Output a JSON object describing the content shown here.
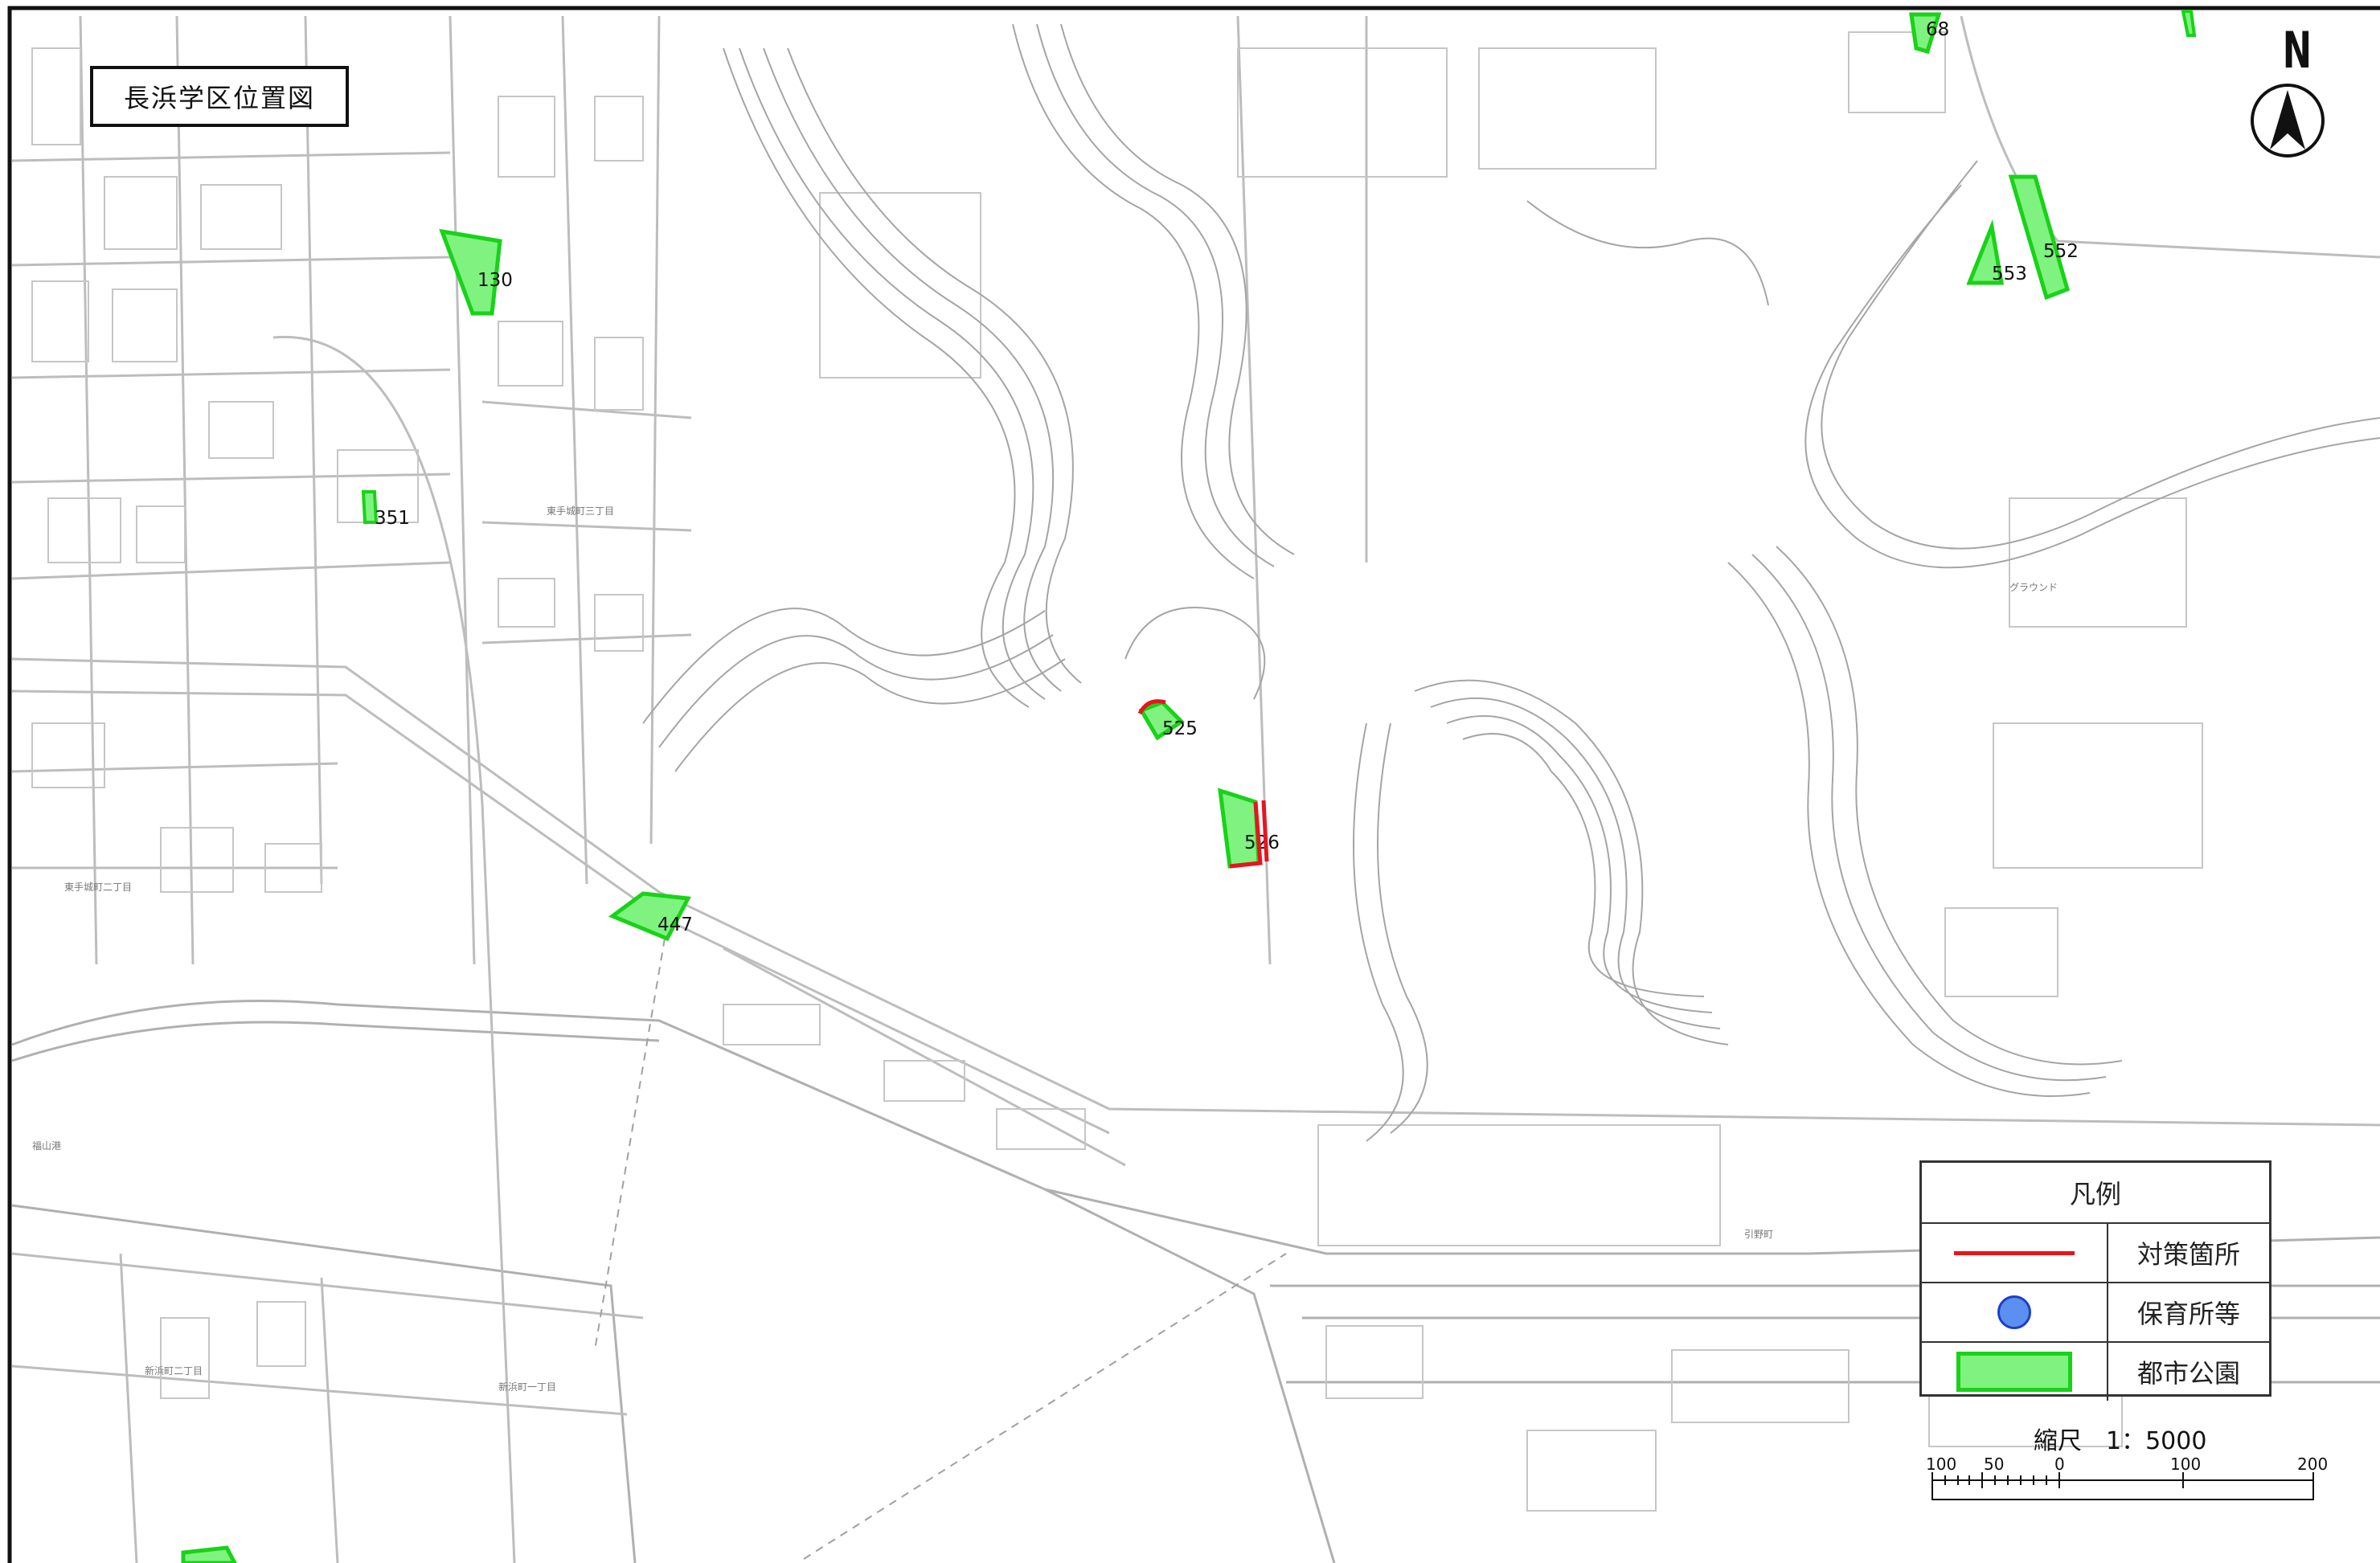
{
  "map_title": "長浜学区位置図",
  "north_label": "N",
  "legend": {
    "title": "凡例",
    "items": [
      {
        "symbol": "red-line",
        "label": "対策箇所",
        "color": "#e8141e"
      },
      {
        "symbol": "blue-circle",
        "label": "保育所等",
        "color": "#5b8ff0"
      },
      {
        "symbol": "green-area",
        "label": "都市公園",
        "color": "#7ff27f"
      }
    ]
  },
  "scale": {
    "label": "縮尺　1：5000",
    "ticks": [
      "100",
      "50",
      "0",
      "100",
      "200"
    ]
  },
  "parks": [
    {
      "id": "130"
    },
    {
      "id": "351"
    },
    {
      "id": "447"
    },
    {
      "id": "525"
    },
    {
      "id": "526"
    },
    {
      "id": "552"
    },
    {
      "id": "553"
    },
    {
      "id": "68"
    }
  ],
  "place_names": [
    "福山港",
    "引野町",
    "グラウンド",
    "東手城町三丁目",
    "新浜町一丁目",
    "新浜町二丁目",
    "東手城町二丁目"
  ],
  "colors": {
    "park_fill": "#7ff27f",
    "park_stroke": "#19d219",
    "measure_line": "#e8141e",
    "map_line": "#b8b8b8",
    "contour": "#9a9a9a"
  }
}
